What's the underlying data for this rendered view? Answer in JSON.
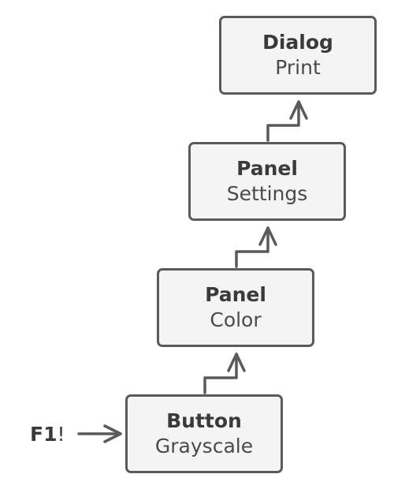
{
  "event": {
    "key": "F1",
    "suffix": "!"
  },
  "nodes": [
    {
      "type": "Dialog",
      "name": "Print"
    },
    {
      "type": "Panel",
      "name": "Settings"
    },
    {
      "type": "Panel",
      "name": "Color"
    },
    {
      "type": "Button",
      "name": "Grayscale"
    }
  ],
  "colors": {
    "stroke": "#5a5a5a",
    "fill": "#f4f4f4",
    "text": "#3a3a3a"
  }
}
